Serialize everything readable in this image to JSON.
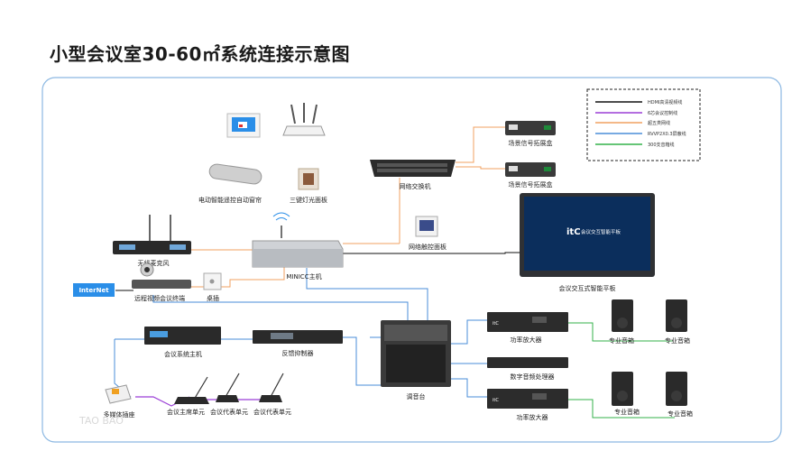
{
  "title": "小型会议室30-60㎡系统连接示意图",
  "colors": {
    "hdmi": "#111111",
    "meeting": "#9b3fd6",
    "cat5": "#f0a060",
    "rvvp": "#4a8ed8",
    "audio": "#33b24a",
    "frame": "#8cb8e2"
  },
  "legend": [
    {
      "label": "HDMI高清视频线",
      "color_key": "hdmi"
    },
    {
      "label": "6芯会议控制线",
      "color_key": "meeting"
    },
    {
      "label": "超五类网线",
      "color_key": "cat5"
    },
    {
      "label": "RVVP2X0.3屏蔽线",
      "color_key": "rvvp"
    },
    {
      "label": "300支音箱线",
      "color_key": "audio"
    }
  ],
  "devices": {
    "expander_1": "场景信号拓展盒",
    "expander_2": "场景信号拓展盒",
    "switch": "网络交换机",
    "curtain": "电动智能遥控自动窗帘",
    "light_panel": "三键灯光面板",
    "touch_panel": "网络触控面板",
    "smart_panel": "会议交互式智能平板",
    "smart_panel_screen": "会议交互智能平板",
    "smart_panel_logo": "itC",
    "wireless_mic": "无线麦克风",
    "host": "MINICC主机",
    "internet": "InterNet",
    "video_terminal": "远程视频会议终端",
    "socket": "桌插",
    "conf_host": "会议系统主机",
    "feedback": "反馈抑制器",
    "mixer": "调音台",
    "media_box": "多媒体插座",
    "chair_unit": "会议主席单元",
    "delegate_1": "会议代表单元",
    "delegate_2": "会议代表单元",
    "amp_1": "功率放大器",
    "amp_2": "功率放大器",
    "dsp": "数字音频处理器",
    "spk_1": "专业音箱",
    "spk_2": "专业音箱",
    "spk_3": "专业音箱",
    "spk_4": "专业音箱",
    "amp_brand": "itC"
  },
  "watermark": "TAO BAO"
}
